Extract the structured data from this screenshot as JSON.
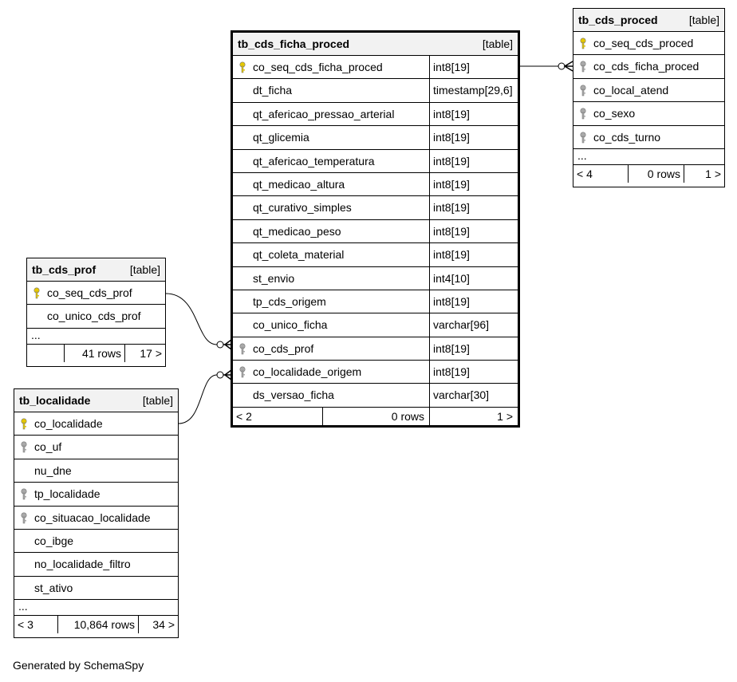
{
  "colors": {
    "primary_key": "#e6c800",
    "foreign_key": "#a9a9a9",
    "header_bg": "#f2f2f2"
  },
  "tables": {
    "ficha": {
      "name": "tb_cds_ficha_proced",
      "kind": "[table]",
      "columns": [
        {
          "name": "co_seq_cds_ficha_proced",
          "type": "int8[19]",
          "key": "pk"
        },
        {
          "name": "dt_ficha",
          "type": "timestamp[29,6]",
          "key": ""
        },
        {
          "name": "qt_afericao_pressao_arterial",
          "type": "int8[19]",
          "key": ""
        },
        {
          "name": "qt_glicemia",
          "type": "int8[19]",
          "key": ""
        },
        {
          "name": "qt_afericao_temperatura",
          "type": "int8[19]",
          "key": ""
        },
        {
          "name": "qt_medicao_altura",
          "type": "int8[19]",
          "key": ""
        },
        {
          "name": "qt_curativo_simples",
          "type": "int8[19]",
          "key": ""
        },
        {
          "name": "qt_medicao_peso",
          "type": "int8[19]",
          "key": ""
        },
        {
          "name": "qt_coleta_material",
          "type": "int8[19]",
          "key": ""
        },
        {
          "name": "st_envio",
          "type": "int4[10]",
          "key": ""
        },
        {
          "name": "tp_cds_origem",
          "type": "int8[19]",
          "key": ""
        },
        {
          "name": "co_unico_ficha",
          "type": "varchar[96]",
          "key": ""
        },
        {
          "name": "co_cds_prof",
          "type": "int8[19]",
          "key": "fk"
        },
        {
          "name": "co_localidade_origem",
          "type": "int8[19]",
          "key": "fk"
        },
        {
          "name": "ds_versao_ficha",
          "type": "varchar[30]",
          "key": ""
        }
      ],
      "footer": {
        "parents": "< 2",
        "rows": "0 rows",
        "children": "1 >"
      }
    },
    "proced": {
      "name": "tb_cds_proced",
      "kind": "[table]",
      "columns": [
        {
          "name": "co_seq_cds_proced",
          "key": "pk"
        },
        {
          "name": "co_cds_ficha_proced",
          "key": "fk"
        },
        {
          "name": "co_local_atend",
          "key": "fk"
        },
        {
          "name": "co_sexo",
          "key": "fk"
        },
        {
          "name": "co_cds_turno",
          "key": "fk"
        }
      ],
      "ellipsis": "...",
      "footer": {
        "parents": "< 4",
        "rows": "0 rows",
        "children": "1 >"
      }
    },
    "prof": {
      "name": "tb_cds_prof",
      "kind": "[table]",
      "columns": [
        {
          "name": "co_seq_cds_prof",
          "key": "pk"
        },
        {
          "name": "co_unico_cds_prof",
          "key": ""
        }
      ],
      "ellipsis": "...",
      "footer": {
        "parents": "",
        "rows": "41 rows",
        "children": "17 >"
      }
    },
    "localidade": {
      "name": "tb_localidade",
      "kind": "[table]",
      "columns": [
        {
          "name": "co_localidade",
          "key": "pk"
        },
        {
          "name": "co_uf",
          "key": "fk"
        },
        {
          "name": "nu_dne",
          "key": ""
        },
        {
          "name": "tp_localidade",
          "key": "fk"
        },
        {
          "name": "co_situacao_localidade",
          "key": "fk"
        },
        {
          "name": "co_ibge",
          "key": ""
        },
        {
          "name": "no_localidade_filtro",
          "key": ""
        },
        {
          "name": "st_ativo",
          "key": ""
        }
      ],
      "ellipsis": "...",
      "footer": {
        "parents": "< 3",
        "rows": "10,864 rows",
        "children": "34 >"
      }
    }
  },
  "generated_by": "Generated by SchemaSpy"
}
